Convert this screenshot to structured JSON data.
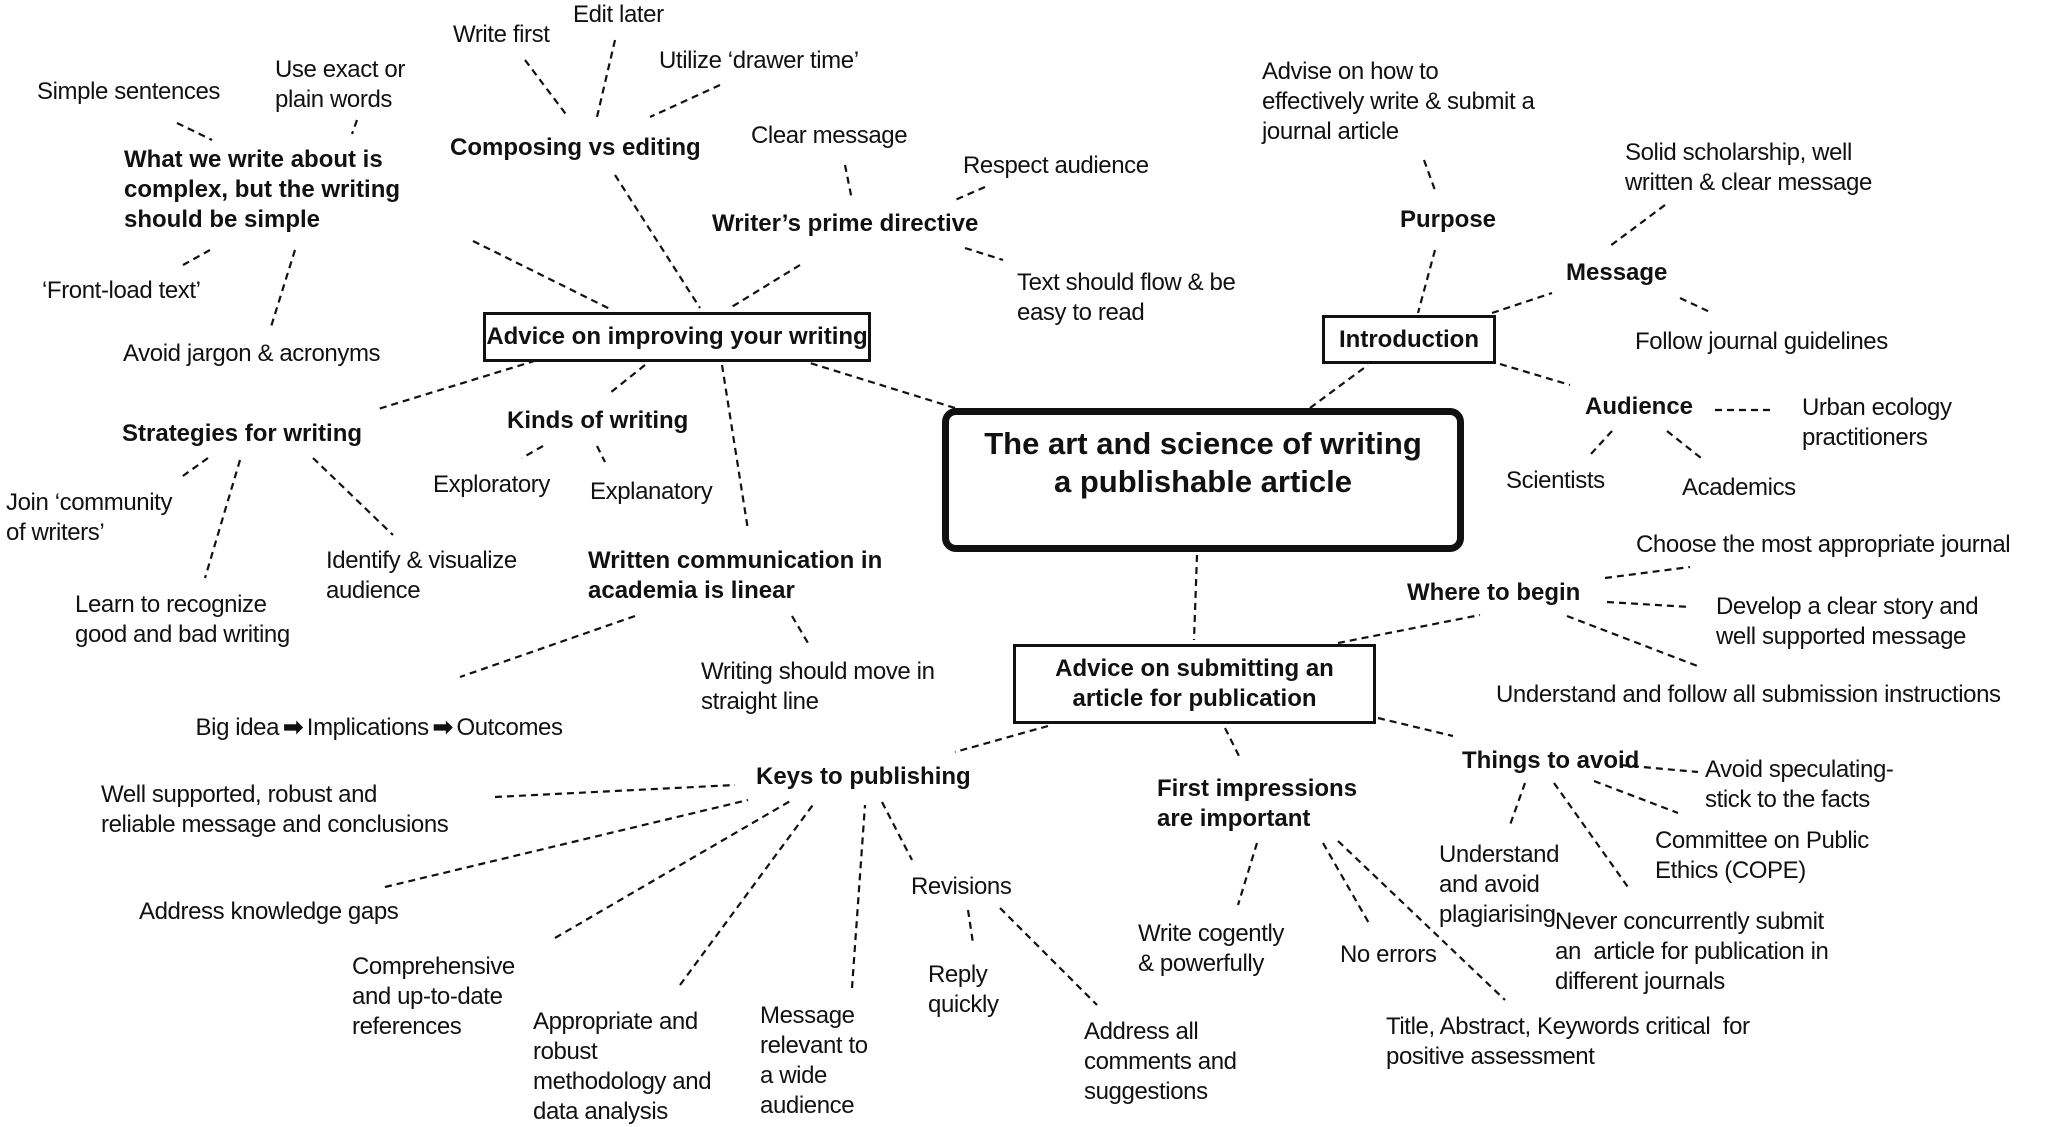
{
  "central": {
    "title": "The art and science of writing\na publishable article"
  },
  "improving": {
    "label": "Advice on improving your writing",
    "simple": {
      "label": "What we write about is\ncomplex, but the writing\nshould be simple",
      "items": [
        "Simple sentences",
        "Use exact or\nplain words",
        "‘Front-load text’",
        "Avoid jargon & acronyms"
      ]
    },
    "composing": {
      "label": "Composing vs editing",
      "items": [
        "Write first",
        "Edit later",
        "Utilize ‘drawer time’"
      ]
    },
    "prime": {
      "label": "Writer’s prime directive",
      "items": [
        "Clear message",
        "Respect audience",
        "Text should flow & be\neasy to read"
      ]
    },
    "strategies": {
      "label": "Strategies for writing",
      "items": [
        "Join ‘community\nof writers’",
        "Learn to recognize\ngood and bad writing",
        "Identify & visualize\naudience"
      ]
    },
    "kinds": {
      "label": "Kinds of writing",
      "items": [
        "Exploratory",
        "Explanatory"
      ]
    },
    "linear": {
      "label": "Written communication in\nacademia is linear",
      "flow": [
        "Big idea",
        "Implications",
        "Outcomes"
      ],
      "arrow_icon": "➡",
      "items": [
        "Writing should move in\nstraight line"
      ]
    }
  },
  "introduction": {
    "label": "Introduction",
    "purpose": {
      "label": "Purpose",
      "items": [
        "Advise on how to\neffectively write & submit a\njournal article"
      ]
    },
    "message": {
      "label": "Message",
      "items": [
        "Solid scholarship, well\nwritten & clear message",
        "Follow journal guidelines"
      ]
    },
    "audience": {
      "label": "Audience",
      "items": [
        "Urban ecology\npractitioners",
        "Scientists",
        "Academics"
      ]
    }
  },
  "submitting": {
    "label": "Advice on submitting an\narticle for publication",
    "begin": {
      "label": "Where to begin",
      "items": [
        "Choose the most appropriate journal",
        "Develop a clear story and\nwell supported message",
        "Understand and follow all submission instructions"
      ]
    },
    "keys": {
      "label": "Keys to publishing",
      "items": [
        "Well supported, robust and\nreliable message and conclusions",
        "Address knowledge gaps",
        "Comprehensive\nand up-to-date\nreferences",
        "Appropriate and\nrobust\nmethodology and\ndata analysis",
        "Message\nrelevant to\na wide\naudience"
      ],
      "revisions": {
        "label": "Revisions",
        "items": [
          "Reply\nquickly",
          "Address all\ncomments and\nsuggestions"
        ]
      }
    },
    "first": {
      "label": "First impressions\nare important",
      "items": [
        "Write cogently\n& powerfully",
        "No errors",
        "Title, Abstract, Keywords critical  for\npositive assessment"
      ]
    },
    "avoid": {
      "label": "Things to avoid",
      "items": [
        "Avoid speculating-\nstick to the facts",
        "Committee on Public\nEthics (COPE)",
        "Understand\nand avoid\nplagiarising",
        "Never concurrently submit\nan  article for publication in\ndifferent journals"
      ]
    }
  }
}
